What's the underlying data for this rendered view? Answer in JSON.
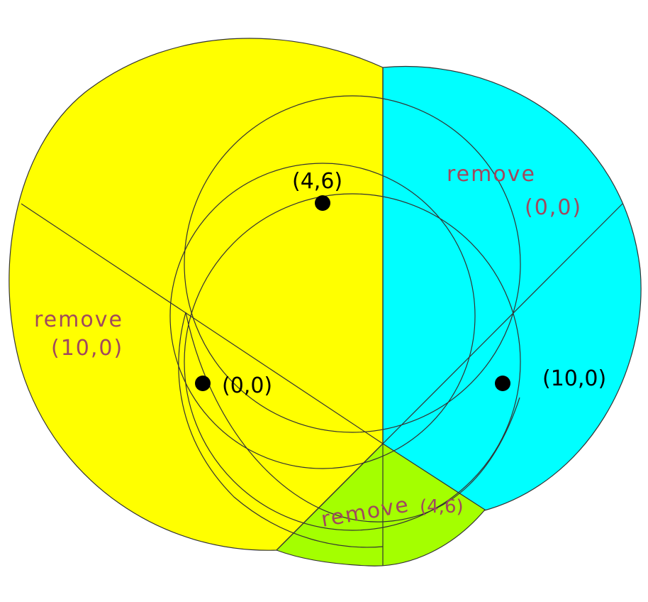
{
  "diagram": {
    "colors": {
      "left_region": "#ffff00",
      "right_region": "#00ffff",
      "bottom_region": "#a4ff00",
      "line": "#333333",
      "point": "#000000",
      "annotation": "#a0485e"
    },
    "points": [
      {
        "label": "(0,0)"
      },
      {
        "label": "(4,6)"
      },
      {
        "label": "(10,0)"
      }
    ],
    "annotations": {
      "left": {
        "word": "remove",
        "point": "(10,0)"
      },
      "right": {
        "word": "remove",
        "point": "(0,0)"
      },
      "bottom": {
        "word": "remove",
        "point": "(4,6)"
      }
    }
  }
}
